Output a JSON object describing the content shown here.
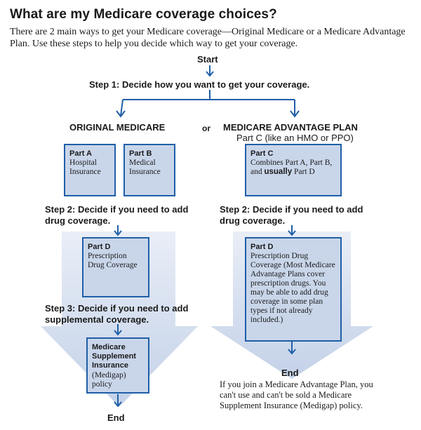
{
  "header": {
    "title": "What are my Medicare coverage choices?",
    "intro": "There are 2 main ways to get your Medicare coverage—Original Medicare or a Medicare Advantage Plan. Use these steps to help you decide which way to get your coverage."
  },
  "flow": {
    "start": "Start",
    "step1": "Step 1: Decide how you want to get your coverage.",
    "or": "or",
    "left": {
      "heading": "ORIGINAL MEDICARE",
      "part_a": {
        "title": "Part A",
        "desc": "Hospital Insurance"
      },
      "part_b": {
        "title": "Part B",
        "desc": "Medical Insurance"
      },
      "step2": "Step 2: Decide if you need to add drug coverage.",
      "part_d": {
        "title": "Part D",
        "desc": "Prescription Drug Coverage"
      },
      "step3": "Step 3: Decide if you need to add supplemental coverage.",
      "medigap": {
        "title": "Medicare Supplement Insurance",
        "desc": "(Medigap) policy"
      },
      "end": "End"
    },
    "right": {
      "heading": "MEDICARE ADVANTAGE PLAN",
      "subheading": "Part C (like an HMO or PPO)",
      "part_c": {
        "title": "Part C",
        "desc_pre": "Combines Part A, Part B, and ",
        "desc_bold": "usually",
        "desc_post": " Part D"
      },
      "step2": "Step 2: Decide if you need to add drug coverage.",
      "part_d": {
        "title": "Part D",
        "desc": "Prescription Drug Coverage (Most Medicare Advantage Plans cover prescription drugs. You may be able to add drug coverage in some plan types if not already included.)"
      },
      "end": "End",
      "note": "If you join a Medicare Advantage Plan, you can't use and can't be sold a Medicare Supplement Insurance (Medigap) policy."
    }
  },
  "colors": {
    "accent": "#1f5fa8",
    "fill": "#c9d6ea",
    "band": "#d9e3f1"
  }
}
